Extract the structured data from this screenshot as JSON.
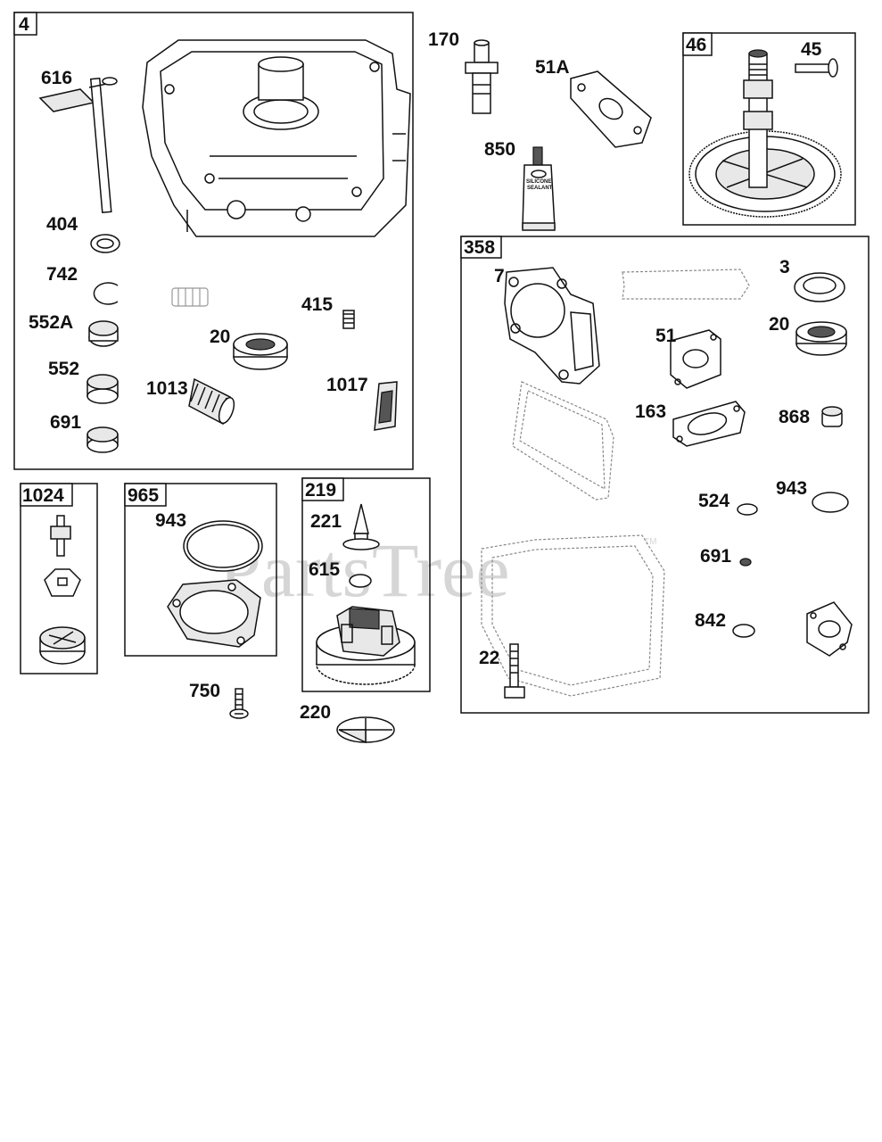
{
  "watermark": {
    "text": "PartsTree",
    "trademark": "TM"
  },
  "boxes": {
    "box_4": "4",
    "box_46": "46",
    "box_358": "358",
    "box_1024": "1024",
    "box_965": "965",
    "box_219": "219"
  },
  "labels": {
    "p616": "616",
    "p404": "404",
    "p742": "742",
    "p552A": "552A",
    "p552": "552",
    "p691a": "691",
    "p1013": "1013",
    "p20a": "20",
    "p415": "415",
    "p1017": "1017",
    "p170": "170",
    "p51A": "51A",
    "p850": "850",
    "p45": "45",
    "p7": "7",
    "p3": "3",
    "p20b": "20",
    "p51": "51",
    "p163": "163",
    "p868": "868",
    "p524": "524",
    "p943b": "943",
    "p691b": "691",
    "p842": "842",
    "p22": "22",
    "p943a": "943",
    "p221": "221",
    "p615": "615",
    "p750": "750",
    "p220": "220"
  },
  "sealant_tube": {
    "line1": "SILICONE",
    "line2": "SEALANT"
  }
}
